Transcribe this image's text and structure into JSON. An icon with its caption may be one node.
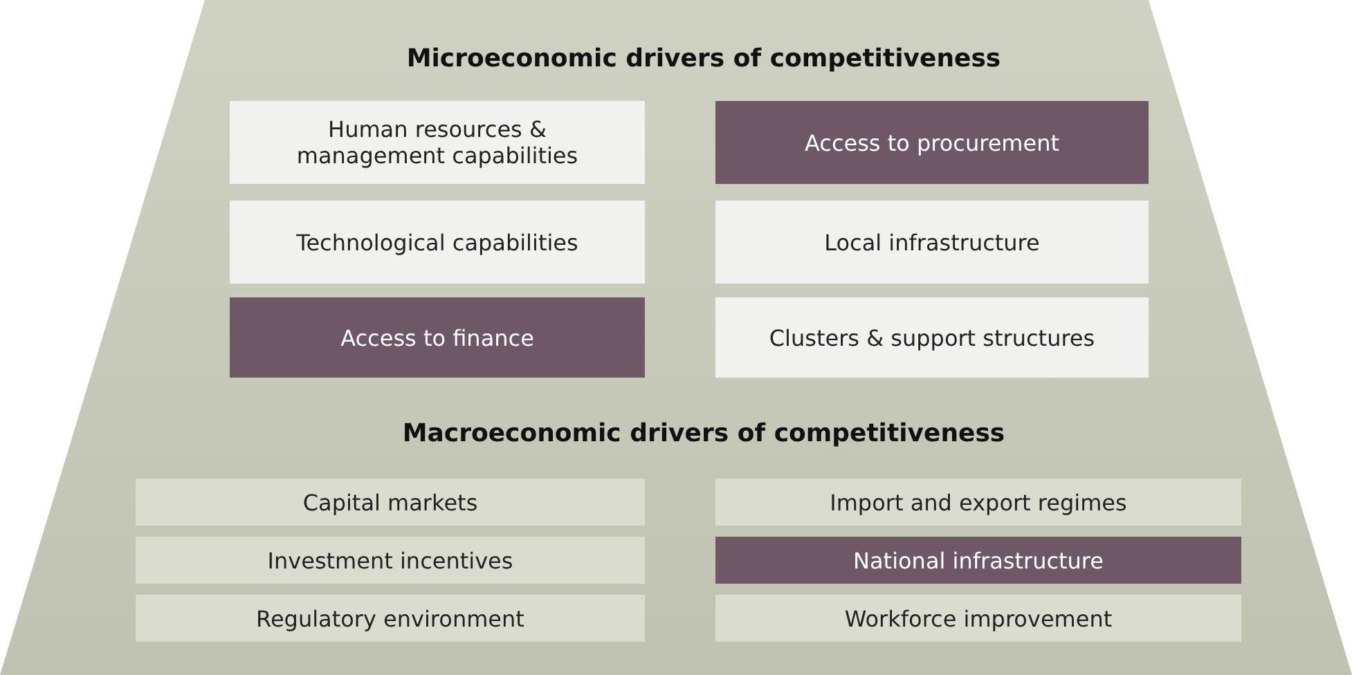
{
  "diagram": {
    "nodes": [
      {
        "text": [
          "Microeconomic drivers of competitiveness",
          "Macroeconomic drivers of competitiveness"
        ]
      },
      {
        "text": [
          "Human resources & management capabilities"
        ],
        "in": 0
      },
      {
        "text": [
          "Access to procurement"
        ],
        "in": 0
      },
      {
        "text": [
          "Technological capabilities"
        ],
        "in": 0
      },
      {
        "text": [
          "Local infrastructure"
        ],
        "in": 0
      },
      {
        "text": [
          "Access to finance"
        ],
        "in": 0
      },
      {
        "text": [
          "Clusters & support structures"
        ],
        "in": 0
      },
      {
        "text": [
          "Capital markets"
        ],
        "in": 0
      },
      {
        "text": [
          "Import and export regimes"
        ],
        "in": 0
      },
      {
        "text": [
          "Investment incentives"
        ],
        "in": 0
      },
      {
        "text": [
          "National infrastructure"
        ],
        "in": 0
      },
      {
        "text": [
          "Regulatory environment"
        ],
        "in": 0
      },
      {
        "text": [
          "Workforce improvement"
        ],
        "in": 0
      }
    ]
  }
}
